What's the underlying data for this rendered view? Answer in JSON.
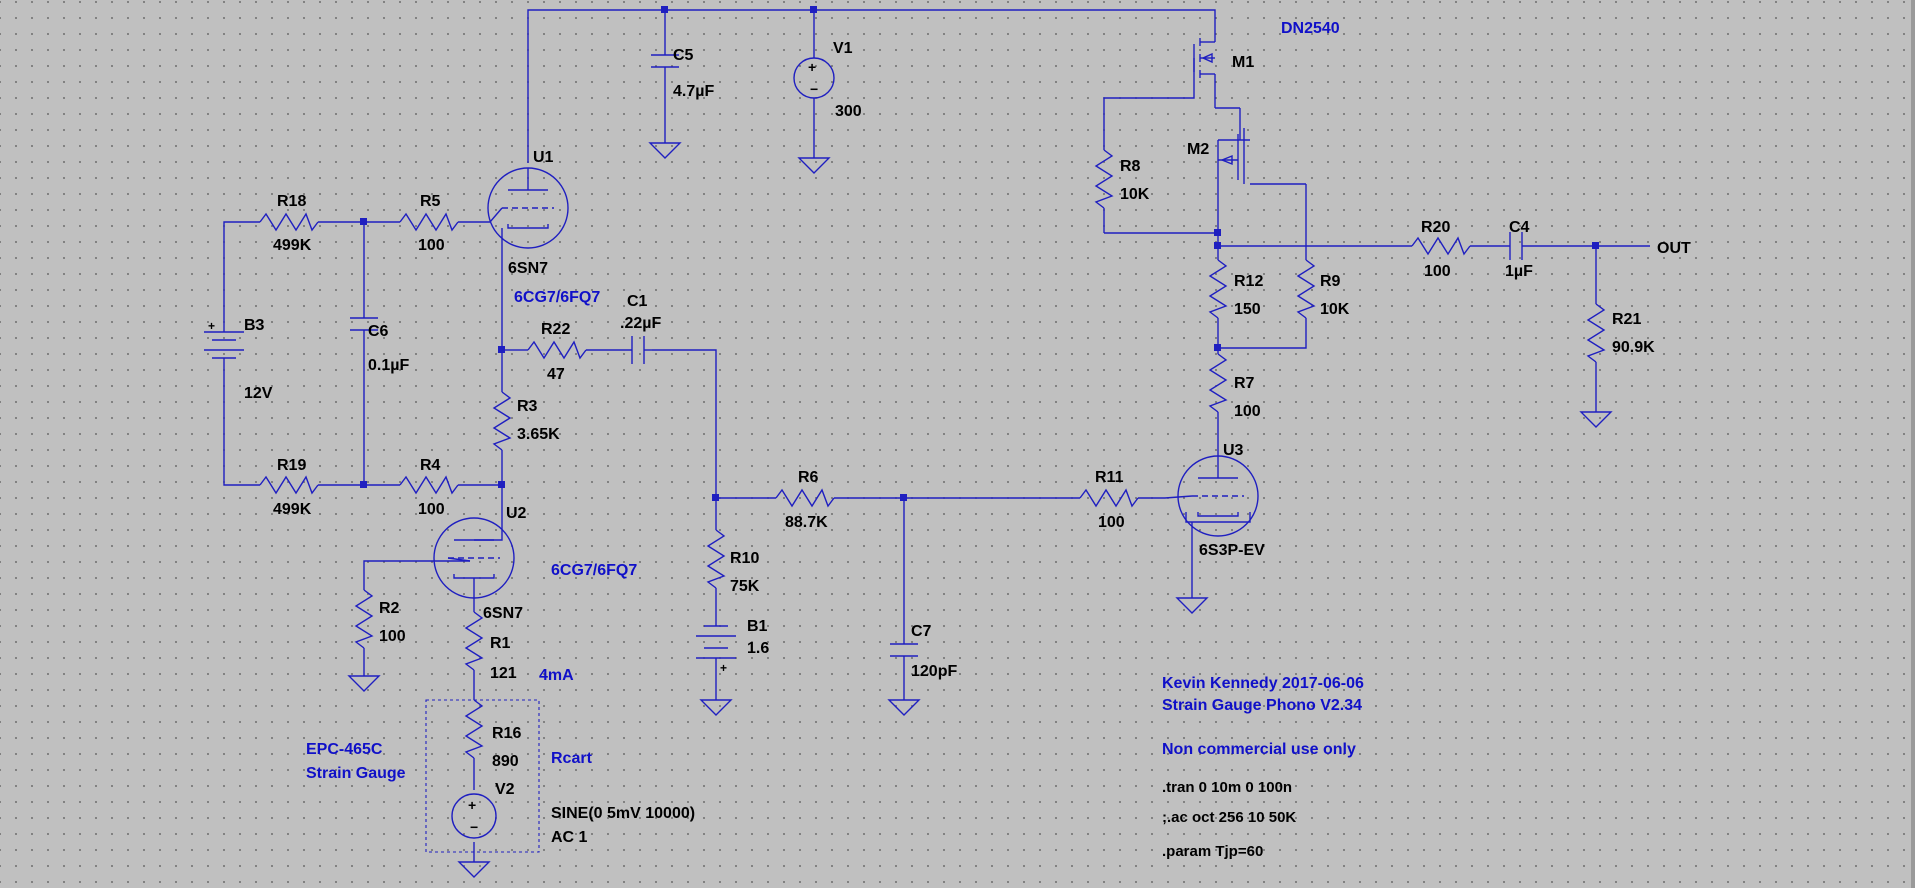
{
  "components": {
    "r18": {
      "ref": "R18",
      "value": "499K"
    },
    "r5": {
      "ref": "R5",
      "value": "100"
    },
    "r19": {
      "ref": "R19",
      "value": "499K"
    },
    "r4": {
      "ref": "R4",
      "value": "100"
    },
    "b3": {
      "ref": "B3",
      "value": "12V"
    },
    "c6": {
      "ref": "C6",
      "value": "0.1µF"
    },
    "u1": {
      "ref": "U1",
      "model": "6SN7",
      "alt_model": "6CG7/6FQ7"
    },
    "c5": {
      "ref": "C5",
      "value": "4.7µF"
    },
    "v1": {
      "ref": "V1",
      "value": "300"
    },
    "r22": {
      "ref": "R22",
      "value": "47"
    },
    "c1": {
      "ref": "C1",
      "value": ".22µF"
    },
    "r3": {
      "ref": "R3",
      "value": "3.65K"
    },
    "u2": {
      "ref": "U2",
      "model": "6SN7",
      "alt_model": "6CG7/6FQ7"
    },
    "r2": {
      "ref": "R2",
      "value": "100"
    },
    "r1": {
      "ref": "R1",
      "value": "121"
    },
    "r16": {
      "ref": "R16",
      "value": "890"
    },
    "v2": {
      "ref": "V2",
      "value": "SINE(0 5mV 10000)",
      "ac": "AC 1"
    },
    "r10": {
      "ref": "R10",
      "value": "75K"
    },
    "b1": {
      "ref": "B1",
      "value": "1.6"
    },
    "r6": {
      "ref": "R6",
      "value": "88.7K"
    },
    "c7": {
      "ref": "C7",
      "value": "120pF"
    },
    "r11": {
      "ref": "R11",
      "value": "100"
    },
    "u3": {
      "ref": "U3",
      "model": "6S3P-EV"
    },
    "r7": {
      "ref": "R7",
      "value": "100"
    },
    "r12": {
      "ref": "R12",
      "value": "150"
    },
    "r9": {
      "ref": "R9",
      "value": "10K"
    },
    "r8": {
      "ref": "R8",
      "value": "10K"
    },
    "m1": {
      "ref": "M1",
      "model": "DN2540"
    },
    "m2": {
      "ref": "M2"
    },
    "r20": {
      "ref": "R20",
      "value": "100"
    },
    "c4": {
      "ref": "C4",
      "value": "1µF"
    },
    "r21": {
      "ref": "R21",
      "value": "90.9K"
    }
  },
  "net_labels": {
    "out": "OUT"
  },
  "annotations": {
    "current": "4mA",
    "cart_line1": "EPC-465C",
    "cart_line2": "Strain Gauge",
    "rcart": "Rcart",
    "author": "Kevin Kennedy 2017-06-06",
    "project": "Strain Gauge Phono V2.34",
    "license": "Non commercial use only"
  },
  "directives": {
    "tran": ".tran 0 10m 0 100n",
    "ac": ";.ac oct 256 10 50K",
    "param": ".param Tjp=60"
  },
  "colors": {
    "wire": "#1f1fc0",
    "background": "#c0c0c0",
    "text": "#000000",
    "annotation": "#1010c8"
  }
}
